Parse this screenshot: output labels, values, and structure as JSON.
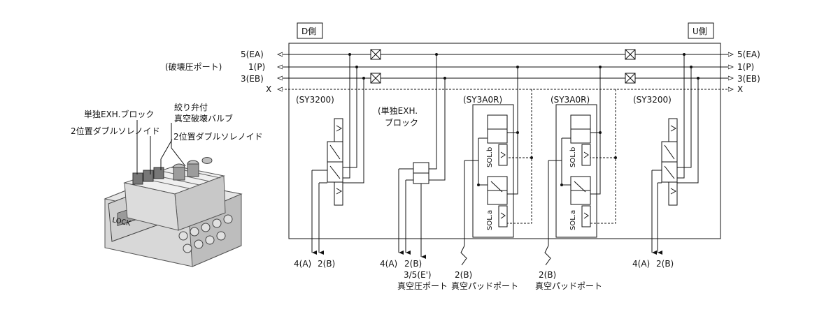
{
  "sides": {
    "left": "D側",
    "right": "U側"
  },
  "ports": {
    "ea": "5(EA)",
    "p": "1(P)",
    "eb": "3(EB)",
    "x": "X",
    "p_note": "(破壊圧ポート)"
  },
  "stations": [
    {
      "model": "(SY3200)"
    },
    {
      "model_line1": "(単独EXH.",
      "model_line2": "ブロック"
    },
    {
      "model": "(SY3A0R)",
      "sol_b": "SOL.b",
      "sol_a": "SOL.a"
    },
    {
      "model": "(SY3A0R)",
      "sol_b": "SOL.b",
      "sol_a": "SOL.a"
    },
    {
      "model": "(SY3200)"
    }
  ],
  "bottom_ports": {
    "s1_a": "4(A)",
    "s1_b": "2(B)",
    "s2_a": "4(A)",
    "s2_b": "2(B)",
    "s2_exh": "3/5(E')",
    "s2_exh_note": "真空圧ポート",
    "s3_b": "2(B)",
    "s3_note": "真空パッドポート",
    "s4_b": "2(B)",
    "s4_note": "真空パッドポート",
    "s5_a": "4(A)",
    "s5_b": "2(B)"
  },
  "photo_labels": {
    "single_exh": "単独EXH.ブロック",
    "throttle_line1": "絞り弁付",
    "throttle_line2": "真空破壊バルブ",
    "double_sol_left": "2位置ダブルソレノイド",
    "double_sol_right": "2位置ダブルソレノイド",
    "lock_text": "LOCK"
  }
}
